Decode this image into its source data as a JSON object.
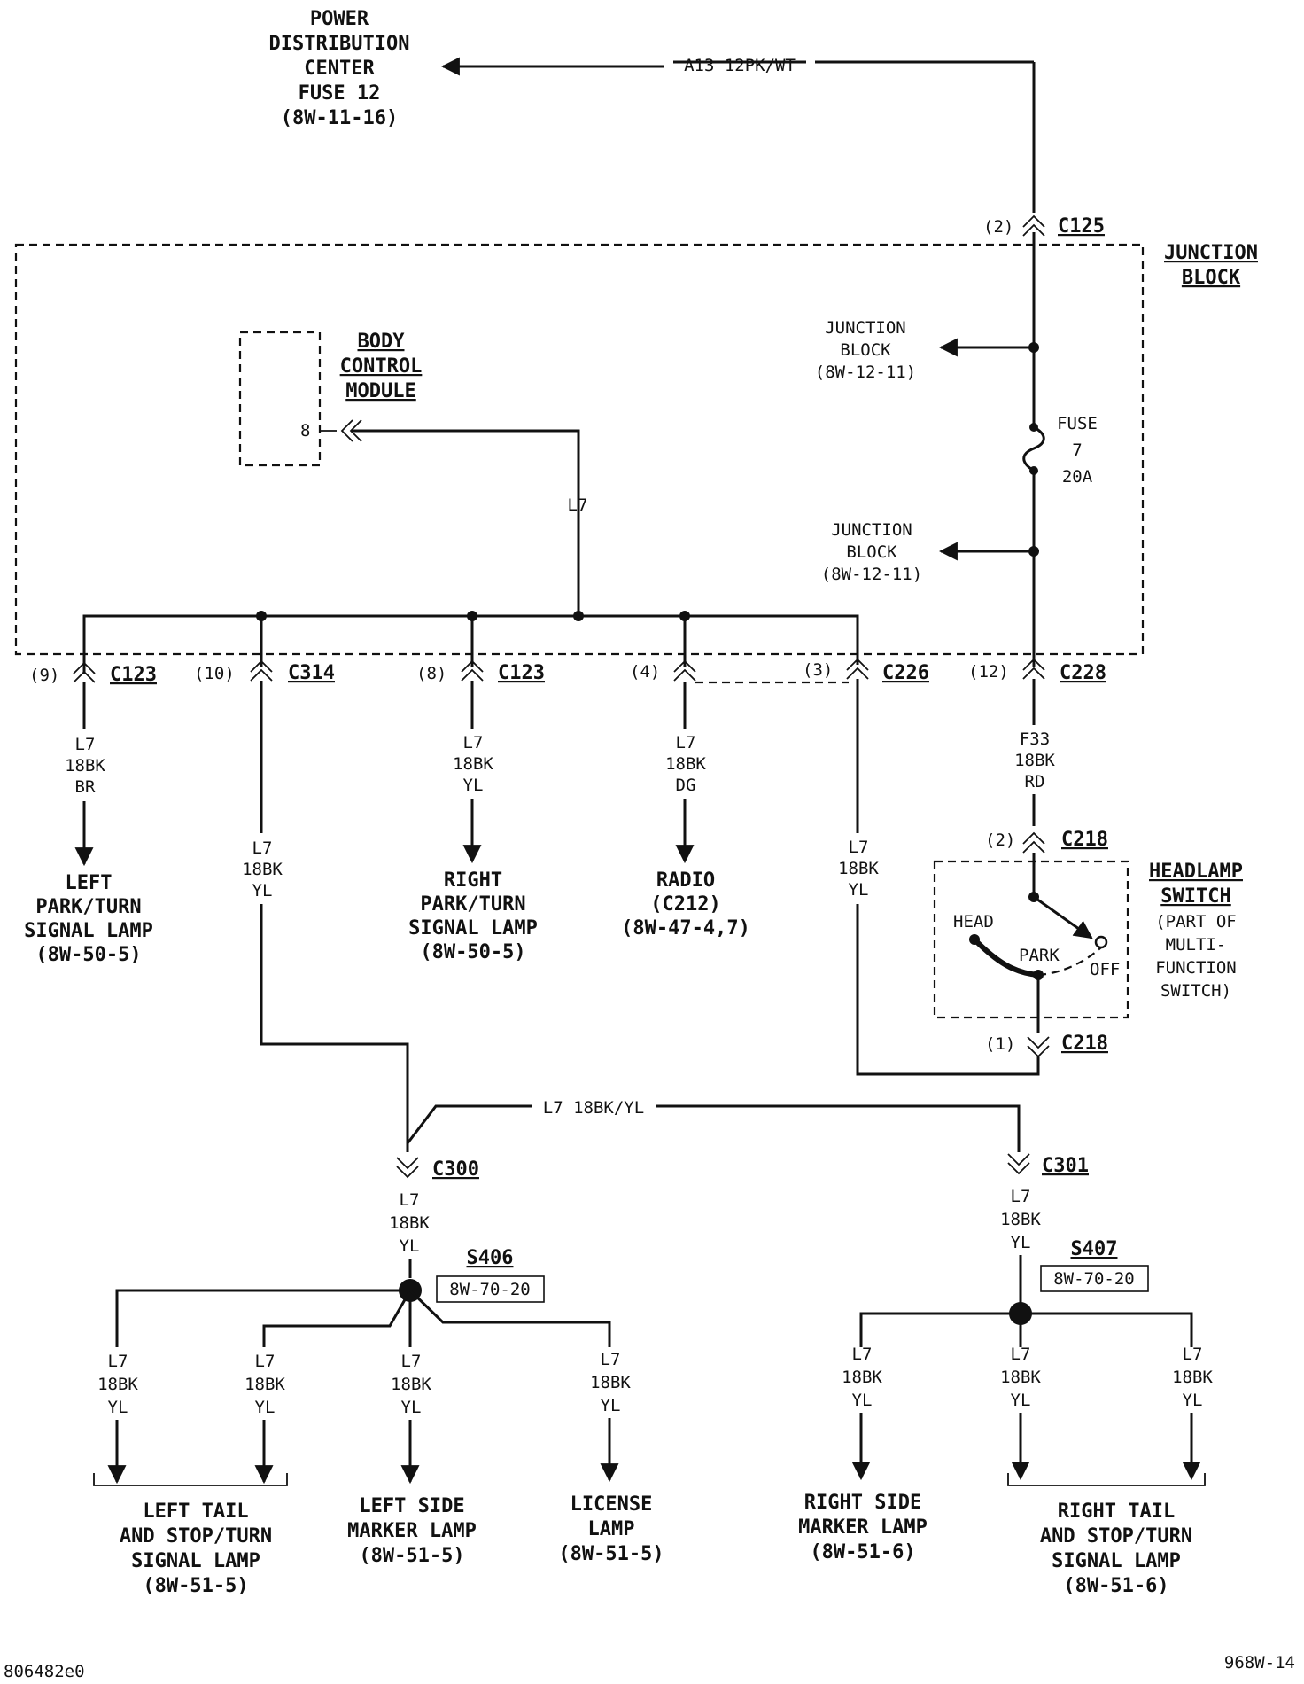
{
  "power_distribution": {
    "line1": "POWER",
    "line2": "DISTRIBUTION",
    "line3": "CENTER",
    "line4": "FUSE 12",
    "line5": "(8W-11-16)"
  },
  "feed_wire": "A13 12PK/WT",
  "junction_block_title": {
    "line1": "JUNCTION",
    "line2": "BLOCK"
  },
  "jb_ref_top": {
    "line1": "JUNCTION",
    "line2": "BLOCK",
    "line3": "(8W-12-11)"
  },
  "jb_ref_bottom": {
    "line1": "JUNCTION",
    "line2": "BLOCK",
    "line3": "(8W-12-11)"
  },
  "fuse": {
    "line1": "FUSE",
    "line2": "7",
    "line3": "20A"
  },
  "bcm": {
    "line1": "BODY",
    "line2": "CONTROL",
    "line3": "MODULE",
    "pin": "8"
  },
  "bcm_wire": "L7",
  "connectors": {
    "c125": {
      "pin": "(2)",
      "name": "C125"
    },
    "c123_left": {
      "pin": "(9)",
      "name": "C123"
    },
    "c314": {
      "pin": "(10)",
      "name": "C314"
    },
    "c123_right": {
      "pin": "(8)",
      "name": "C123"
    },
    "c226_4": {
      "pin": "(4)"
    },
    "c226": {
      "pin": "(3)",
      "name": "C226"
    },
    "c228": {
      "pin": "(12)",
      "name": "C228"
    },
    "c218_top": {
      "pin": "(2)",
      "name": "C218"
    },
    "c218_bottom": {
      "pin": "(1)",
      "name": "C218"
    },
    "c300": {
      "name": "C300"
    },
    "c301": {
      "name": "C301"
    }
  },
  "wires": {
    "w_left_park": {
      "l1": "L7",
      "l2": "18BK",
      "l3": "BR"
    },
    "w_c314": {
      "l1": "L7",
      "l2": "18BK",
      "l3": "YL"
    },
    "w_right_park": {
      "l1": "L7",
      "l2": "18BK",
      "l3": "YL"
    },
    "w_radio": {
      "l1": "L7",
      "l2": "18BK",
      "l3": "DG"
    },
    "w_c226": {
      "l1": "L7",
      "l2": "18BK",
      "l3": "YL"
    },
    "w_f33": {
      "l1": "F33",
      "l2": "18BK",
      "l3": "RD"
    },
    "w_c300": {
      "l1": "L7",
      "l2": "18BK",
      "l3": "YL"
    },
    "w_c301": {
      "l1": "L7",
      "l2": "18BK",
      "l3": "YL"
    },
    "w_lt1": {
      "l1": "L7",
      "l2": "18BK",
      "l3": "YL"
    },
    "w_lt2": {
      "l1": "L7",
      "l2": "18BK",
      "l3": "YL"
    },
    "w_lsm": {
      "l1": "L7",
      "l2": "18BK",
      "l3": "YL"
    },
    "w_lic": {
      "l1": "L7",
      "l2": "18BK",
      "l3": "YL"
    },
    "w_rsm": {
      "l1": "L7",
      "l2": "18BK",
      "l3": "YL"
    },
    "w_rt1": {
      "l1": "L7",
      "l2": "18BK",
      "l3": "YL"
    },
    "w_rt2": {
      "l1": "L7",
      "l2": "18BK",
      "l3": "YL"
    }
  },
  "crossover_wire": "L7 18BK/YL",
  "headlamp_switch": {
    "line1": "HEADLAMP",
    "line2": "SWITCH",
    "line3": "(PART OF",
    "line4": "MULTI-",
    "line5": "FUNCTION",
    "line6": "SWITCH)",
    "head": "HEAD",
    "park": "PARK",
    "off": "OFF"
  },
  "splices": {
    "s406": {
      "name": "S406",
      "ref": "8W-70-20"
    },
    "s407": {
      "name": "S407",
      "ref": "8W-70-20"
    }
  },
  "loads": {
    "left_park": {
      "l1": "LEFT",
      "l2": "PARK/TURN",
      "l3": "SIGNAL LAMP",
      "l4": "(8W-50-5)"
    },
    "right_park": {
      "l1": "RIGHT",
      "l2": "PARK/TURN",
      "l3": "SIGNAL LAMP",
      "l4": "(8W-50-5)"
    },
    "radio": {
      "l1": "RADIO",
      "l2": "(C212)",
      "l3": "(8W-47-4,7)"
    },
    "left_tail": {
      "l1": "LEFT TAIL",
      "l2": "AND STOP/TURN",
      "l3": "SIGNAL LAMP",
      "l4": "(8W-51-5)"
    },
    "left_side": {
      "l1": "LEFT SIDE",
      "l2": "MARKER LAMP",
      "l3": "(8W-51-5)"
    },
    "license": {
      "l1": "LICENSE",
      "l2": "LAMP",
      "l3": "(8W-51-5)"
    },
    "right_side": {
      "l1": "RIGHT SIDE",
      "l2": "MARKER LAMP",
      "l3": "(8W-51-6)"
    },
    "right_tail": {
      "l1": "RIGHT TAIL",
      "l2": "AND STOP/TURN",
      "l3": "SIGNAL LAMP",
      "l4": "(8W-51-6)"
    }
  },
  "footer": {
    "left": "806482e0",
    "right": "968W-14"
  }
}
